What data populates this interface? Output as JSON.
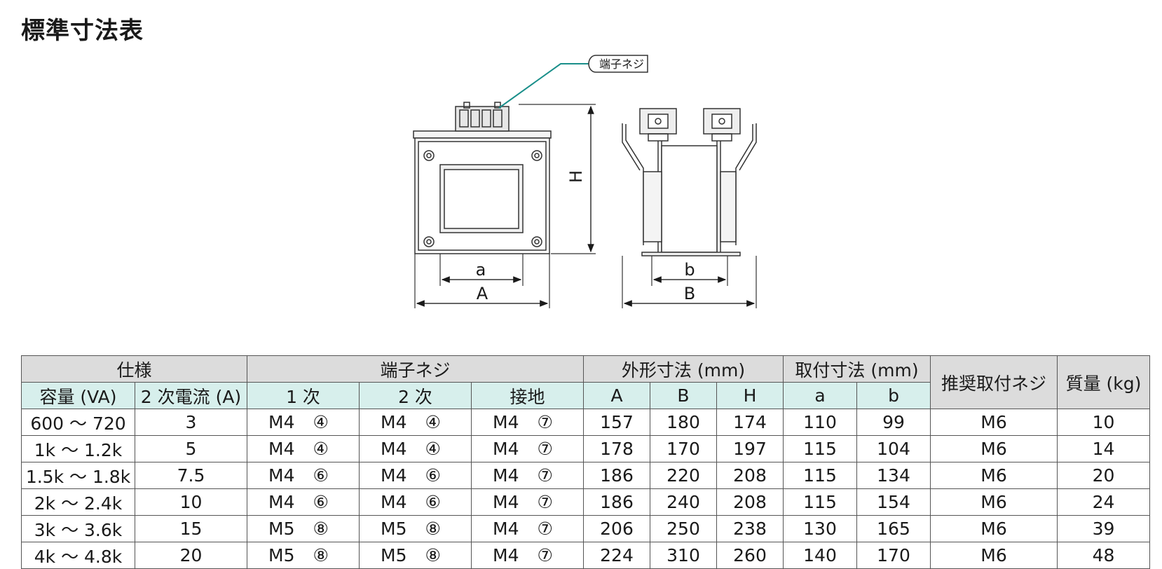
{
  "page": {
    "title": "標準寸法表"
  },
  "diagram": {
    "callout_label": "端子ネジ",
    "dim_labels": {
      "a": "a",
      "A": "A",
      "H": "H",
      "b": "b",
      "B": "B"
    }
  },
  "colors": {
    "header_gray": "#dcdcdc",
    "header_cyan": "#d7efec",
    "callout_line": "#1a8f8a"
  },
  "table": {
    "group_headers": {
      "spec": "仕様",
      "terminal_screw": "端子ネジ",
      "outer_dims": "外形寸法 (mm)",
      "mount_dims": "取付寸法 (mm)",
      "recommended_screw": "推奨取付ネジ",
      "mass": "質量 (kg)"
    },
    "sub_headers": {
      "capacity": "容量 (VA)",
      "secondary_current": "2 次電流 (A)",
      "primary": "1 次",
      "secondary": "2 次",
      "ground": "接地",
      "A": "A",
      "B": "B",
      "H": "H",
      "a": "a",
      "b": "b"
    },
    "rows": [
      {
        "capacity": "600 ～ 720",
        "current": "3",
        "p_size": "M4",
        "p_num": "④",
        "s_size": "M4",
        "s_num": "④",
        "g_size": "M4",
        "g_num": "⑦",
        "A": "157",
        "B": "180",
        "H": "174",
        "a": "110",
        "b": "99",
        "screw": "M6",
        "mass": "10"
      },
      {
        "capacity": "1k ～ 1.2k",
        "current": "5",
        "p_size": "M4",
        "p_num": "④",
        "s_size": "M4",
        "s_num": "④",
        "g_size": "M4",
        "g_num": "⑦",
        "A": "178",
        "B": "170",
        "H": "197",
        "a": "115",
        "b": "104",
        "screw": "M6",
        "mass": "14"
      },
      {
        "capacity": "1.5k ～ 1.8k",
        "current": "7.5",
        "p_size": "M4",
        "p_num": "⑥",
        "s_size": "M4",
        "s_num": "⑥",
        "g_size": "M4",
        "g_num": "⑦",
        "A": "186",
        "B": "220",
        "H": "208",
        "a": "115",
        "b": "134",
        "screw": "M6",
        "mass": "20"
      },
      {
        "capacity": "2k ～ 2.4k",
        "current": "10",
        "p_size": "M4",
        "p_num": "⑥",
        "s_size": "M4",
        "s_num": "⑥",
        "g_size": "M4",
        "g_num": "⑦",
        "A": "186",
        "B": "240",
        "H": "208",
        "a": "115",
        "b": "154",
        "screw": "M6",
        "mass": "24"
      },
      {
        "capacity": "3k ～ 3.6k",
        "current": "15",
        "p_size": "M5",
        "p_num": "⑧",
        "s_size": "M5",
        "s_num": "⑧",
        "g_size": "M4",
        "g_num": "⑦",
        "A": "206",
        "B": "250",
        "H": "238",
        "a": "130",
        "b": "165",
        "screw": "M6",
        "mass": "39"
      },
      {
        "capacity": "4k ～ 4.8k",
        "current": "20",
        "p_size": "M5",
        "p_num": "⑧",
        "s_size": "M5",
        "s_num": "⑧",
        "g_size": "M4",
        "g_num": "⑦",
        "A": "224",
        "B": "310",
        "H": "260",
        "a": "140",
        "b": "170",
        "screw": "M6",
        "mass": "48"
      }
    ]
  }
}
